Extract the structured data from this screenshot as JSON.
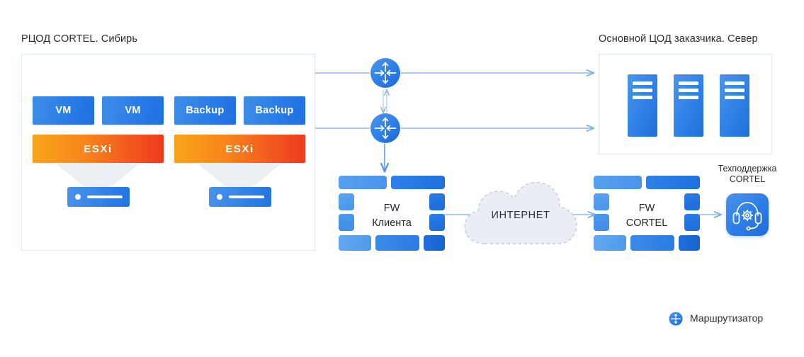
{
  "diagram": {
    "language": "ru",
    "accent_blue": "#2f80e8",
    "line_blue": "#8fb9e8",
    "esxi_orange": "#f7a41a",
    "esxi_red": "#ef3a1c",
    "cloud_fill": "#e9eef5",
    "border_grey": "#dfe6ef"
  },
  "zones": {
    "left": {
      "title": "РЦОД CORTEL. Сибирь"
    },
    "right": {
      "title": "Основной ЦОД заказчика. Север"
    }
  },
  "left_zone": {
    "clusters": [
      {
        "tiles": [
          {
            "label": "VM"
          },
          {
            "label": "VM"
          }
        ],
        "platform": {
          "label": "ESXi"
        },
        "server": {
          "name": "server-unit"
        }
      },
      {
        "tiles": [
          {
            "label": "Backup"
          },
          {
            "label": "Backup"
          }
        ],
        "platform": {
          "label": "ESXi"
        },
        "server": {
          "name": "server-unit"
        }
      }
    ]
  },
  "right_zone": {
    "racks": [
      {
        "name": "rack-1"
      },
      {
        "name": "rack-2"
      },
      {
        "name": "rack-3"
      }
    ]
  },
  "routers": [
    {
      "name": "router-top",
      "icon": "router-icon"
    },
    {
      "name": "router-bottom",
      "icon": "router-icon"
    }
  ],
  "firewalls": [
    {
      "name": "firewall-client",
      "label": "FW\nКлиента"
    },
    {
      "name": "firewall-cortel",
      "label": "FW\nCORTEL"
    }
  ],
  "cloud": {
    "label": "ИНТЕРНЕТ"
  },
  "support": {
    "caption": "Техподдержка\nCORTEL",
    "icon": "headset-gear-icon"
  },
  "legend": [
    {
      "icon": "router-icon",
      "label": "Маршрутизатор"
    }
  ]
}
